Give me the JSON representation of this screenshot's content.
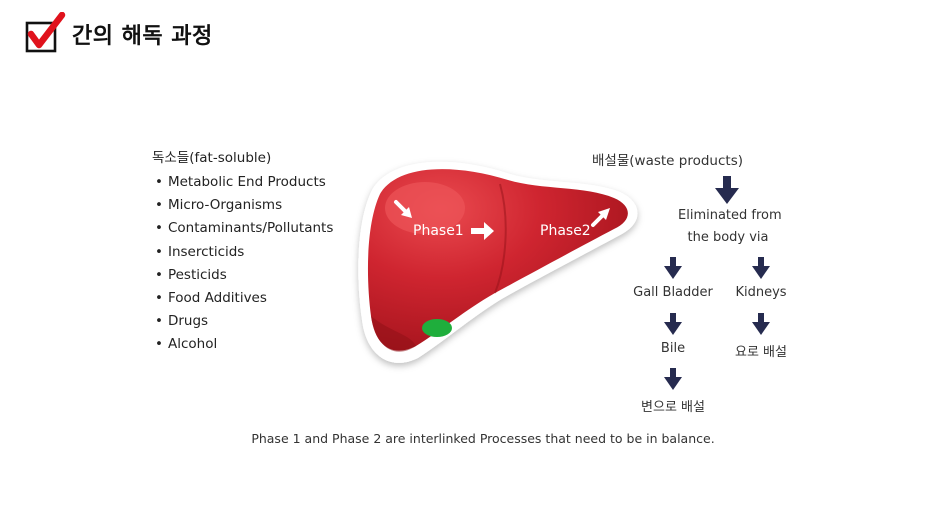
{
  "slide": {
    "title": "간의 해독 과정",
    "caption": "Phase 1 and Phase 2 are interlinked Processes that need to be in balance."
  },
  "toxins": {
    "heading": "독소들(fat-soluble)",
    "items": [
      "Metabolic End Products",
      "Micro-Organisms",
      "Contaminants/Pollutants",
      "Insercticids",
      "Pesticids",
      "Food Additives",
      "Drugs",
      "Alcohol"
    ]
  },
  "liver": {
    "phase1": "Phase1",
    "phase2": "Phase2"
  },
  "excretion": {
    "heading": "배설물(waste products)",
    "eliminated_line1": "Eliminated from",
    "eliminated_line2": "the body via",
    "gall_bladder": "Gall Bladder",
    "kidneys": "Kidneys",
    "bile": "Bile",
    "urine": "요로 배설",
    "feces": "변으로 배설"
  },
  "colors": {
    "check_red": "#e0121c",
    "liver_red": "#c8202a",
    "gallbladder_green": "#1fae3c",
    "arrow_navy": "#262b4f"
  }
}
